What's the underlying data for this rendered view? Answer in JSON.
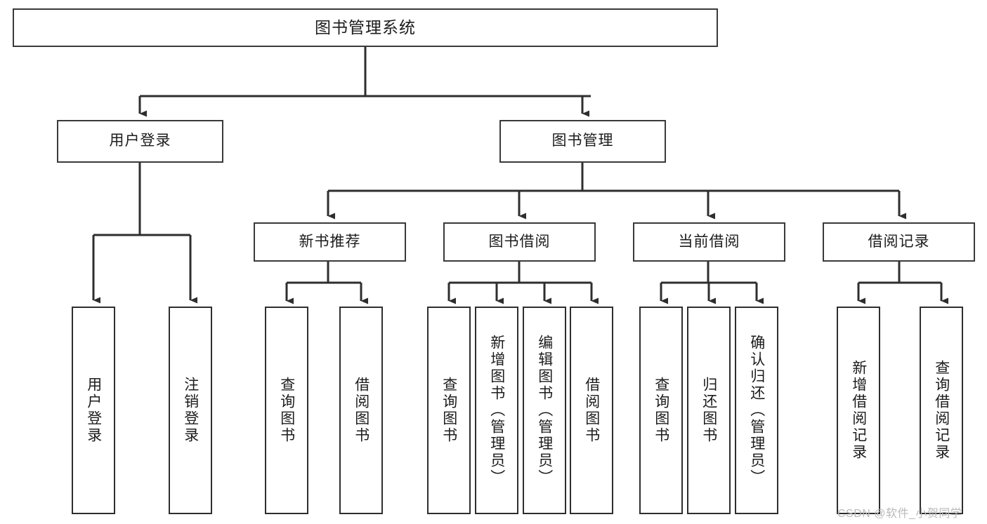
{
  "diagram": {
    "type": "tree",
    "title": "图书管理系统",
    "orientation": "top-down",
    "watermark": "CSDN @软件_小贺同学",
    "nodes": {
      "root": {
        "label": "图书管理系统"
      },
      "level2": [
        {
          "id": "user-login",
          "label": "用户登录"
        },
        {
          "id": "book-manage",
          "label": "图书管理"
        }
      ],
      "level3": [
        {
          "id": "new-book-recommend",
          "label": "新书推荐"
        },
        {
          "id": "book-borrow",
          "label": "图书借阅"
        },
        {
          "id": "current-borrow",
          "label": "当前借阅"
        },
        {
          "id": "borrow-record",
          "label": "借阅记录"
        }
      ],
      "leaves": [
        {
          "id": "leaf-user-login",
          "label": "用户登录"
        },
        {
          "id": "leaf-logout-login",
          "label": "注销登录"
        },
        {
          "id": "leaf-query-book-1",
          "label": "查询图书"
        },
        {
          "id": "leaf-borrow-book-1",
          "label": "借阅图书"
        },
        {
          "id": "leaf-query-book-2",
          "label": "查询图书"
        },
        {
          "id": "leaf-add-book",
          "label": "新增图书（管理员）"
        },
        {
          "id": "leaf-edit-book",
          "label": "编辑图书（管理员）"
        },
        {
          "id": "leaf-borrow-book-2",
          "label": "借阅图书"
        },
        {
          "id": "leaf-query-book-3",
          "label": "查询图书"
        },
        {
          "id": "leaf-return-book",
          "label": "归还图书"
        },
        {
          "id": "leaf-confirm-return",
          "label": "确认归还（管理员）"
        },
        {
          "id": "leaf-add-record",
          "label": "新增借阅记录"
        },
        {
          "id": "leaf-query-record",
          "label": "查询借阅记录"
        }
      ]
    },
    "edges": [
      {
        "from": "root",
        "to": "user-login"
      },
      {
        "from": "root",
        "to": "book-manage"
      },
      {
        "from": "user-login",
        "to": "leaf-user-login"
      },
      {
        "from": "user-login",
        "to": "leaf-logout-login"
      },
      {
        "from": "book-manage",
        "to": "new-book-recommend"
      },
      {
        "from": "book-manage",
        "to": "book-borrow"
      },
      {
        "from": "book-manage",
        "to": "current-borrow"
      },
      {
        "from": "book-manage",
        "to": "borrow-record"
      },
      {
        "from": "new-book-recommend",
        "to": "leaf-query-book-1"
      },
      {
        "from": "new-book-recommend",
        "to": "leaf-borrow-book-1"
      },
      {
        "from": "book-borrow",
        "to": "leaf-query-book-2"
      },
      {
        "from": "book-borrow",
        "to": "leaf-add-book"
      },
      {
        "from": "book-borrow",
        "to": "leaf-edit-book"
      },
      {
        "from": "book-borrow",
        "to": "leaf-borrow-book-2"
      },
      {
        "from": "current-borrow",
        "to": "leaf-query-book-3"
      },
      {
        "from": "current-borrow",
        "to": "leaf-return-book"
      },
      {
        "from": "current-borrow",
        "to": "leaf-confirm-return"
      },
      {
        "from": "borrow-record",
        "to": "leaf-add-record"
      },
      {
        "from": "borrow-record",
        "to": "leaf-query-record"
      }
    ],
    "colors": {
      "box_border": "#3a3a3a",
      "connector": "#2e2e2e",
      "text": "#1c1c1c",
      "background": "#ffffff",
      "watermark": "#b9b9b9"
    }
  }
}
